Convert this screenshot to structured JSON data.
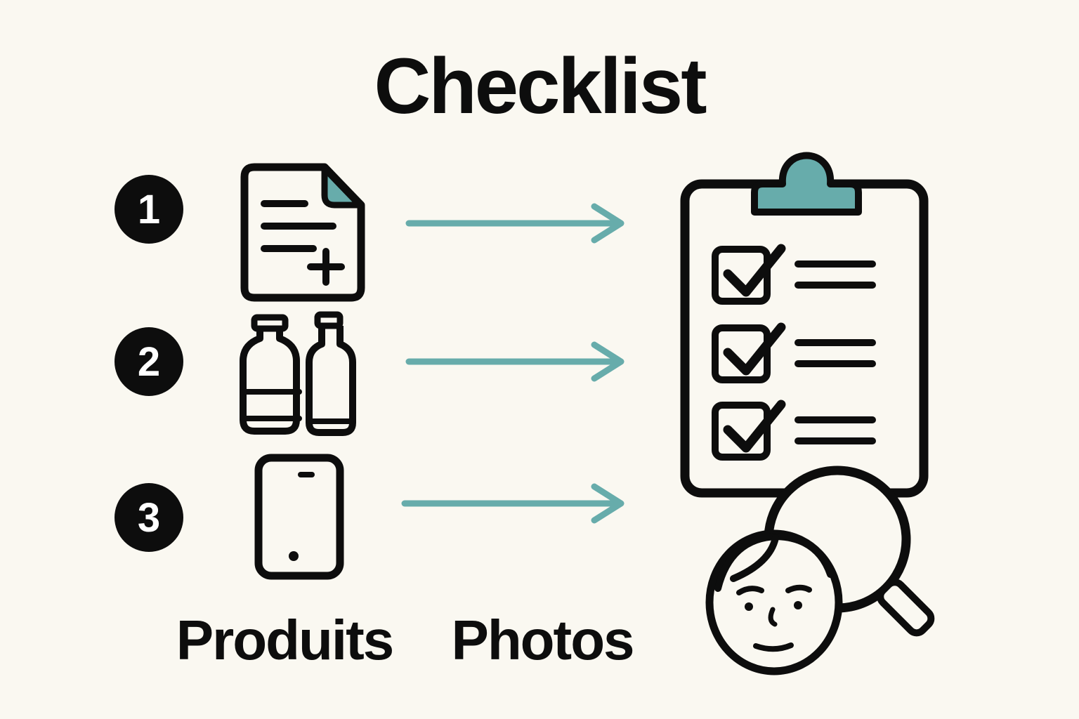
{
  "title": "Checklist",
  "steps": [
    {
      "number": "1",
      "icon": "document-plus-icon"
    },
    {
      "number": "2",
      "icon": "product-bottles-icon"
    },
    {
      "number": "3",
      "icon": "smartphone-icon"
    }
  ],
  "arrows": {
    "count": 3,
    "direction": "right"
  },
  "result": {
    "clipboard": {
      "icon": "clipboard-checklist-icon",
      "checked_rows": 3
    },
    "reviewer": {
      "icon": "person-magnifier-icon"
    }
  },
  "footer_labels": [
    {
      "text": "Produits"
    },
    {
      "text": "Photos"
    }
  ],
  "colors": {
    "background": "#faf8f1",
    "ink": "#0d0d0d",
    "accent": "#67acab"
  }
}
